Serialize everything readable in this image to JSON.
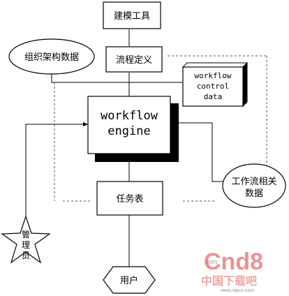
{
  "nodes": {
    "modeling_tool": "建模工具",
    "process_definition": "流程定义",
    "org_data_line1": "组织架构数据",
    "wf_control_data": [
      "workflow",
      "control",
      "data"
    ],
    "engine": [
      "workflow",
      "engine"
    ],
    "task_list": "任务表",
    "wf_relevant_data": [
      "工作流相关",
      "数据"
    ],
    "admin": [
      "管",
      "理",
      "员"
    ],
    "user": "用户"
  },
  "watermark": {
    "brand": "Cnd8",
    "domain": ".com",
    "subtitle": "中国下载吧",
    "url": "www.vipcn.com"
  },
  "colors": {
    "line": "#000000",
    "shadow": "#000000",
    "dotted": "#555555",
    "watermark_red": "#e25a5a",
    "watermark_gray": "#c8c8c8"
  }
}
